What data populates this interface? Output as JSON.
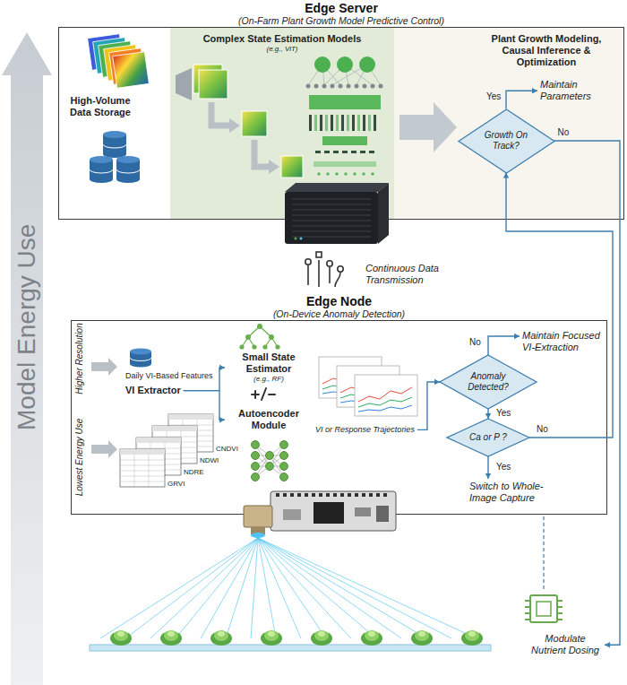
{
  "diagram": {
    "nodes": [
      {
        "text": [
          "Edge Server",
          "(On-Farm Plant Growth Model Predictive Control)"
        ]
      },
      {
        "text": [
          "Complex State Estimation Models",
          "(e.g., ViT)"
        ],
        "in": 0
      },
      {
        "text": [
          "Plant Growth Modeling, Causal Inference & Optimization"
        ],
        "in": 0
      },
      {
        "text": [
          "Maintain Parameters"
        ],
        "in": 2
      },
      {
        "text": [
          "Growth On Track?"
        ],
        "in": 2
      },
      {
        "text": [
          "Edge Node",
          "(On-Device Anomaly Detection)"
        ]
      },
      {
        "text": [
          "VI Extractor"
        ],
        "in": 5
      },
      {
        "text": [
          "Small State Estimator",
          "(e.g., RF)"
        ],
        "in": 5
      },
      {
        "text": [
          "Autoencoder Module"
        ],
        "in": 5
      },
      {
        "text": [
          "VI or Response Trajectories"
        ],
        "in": 5
      },
      {
        "text": [
          "Anomaly Detected?"
        ],
        "in": 5
      },
      {
        "text": [
          "Maintain Focused VI-Extraction"
        ],
        "in": 5
      },
      {
        "text": [
          "Ca or P ?"
        ],
        "in": 5
      },
      {
        "text": [
          "Switch to Whole-Image Capture"
        ],
        "in": 5
      },
      {
        "text": [
          "Modulate Nutrient Dosing"
        ]
      }
    ],
    "edges": [
      {
        "from": 4,
        "to": 3,
        "label": "Yes",
        "arrow": "to"
      },
      {
        "from": 4,
        "to": 14,
        "label": "No",
        "arrow": "to"
      },
      {
        "from": 6,
        "to": 7,
        "arrow": "to"
      },
      {
        "from": 6,
        "to": 8,
        "arrow": "to"
      },
      {
        "from": 9,
        "to": 10,
        "arrow": "to"
      },
      {
        "from": 10,
        "to": 11,
        "label": "No",
        "arrow": "to"
      },
      {
        "from": 10,
        "to": 12,
        "label": "Yes",
        "arrow": "to"
      },
      {
        "from": 12,
        "to": 13,
        "label": "Yes",
        "arrow": "to"
      },
      {
        "from": 12,
        "to": 4,
        "label": "No",
        "arrow": "to"
      }
    ],
    "labels": [
      "Model Energy Use",
      "High-Volume Data Storage",
      "Continuous Data Transmission",
      "Higher Resolution",
      "Lowest Energy Use",
      "Daily VI-Based Features",
      "CNDVI",
      "NDWI",
      "NDRE",
      "GRVI"
    ]
  }
}
